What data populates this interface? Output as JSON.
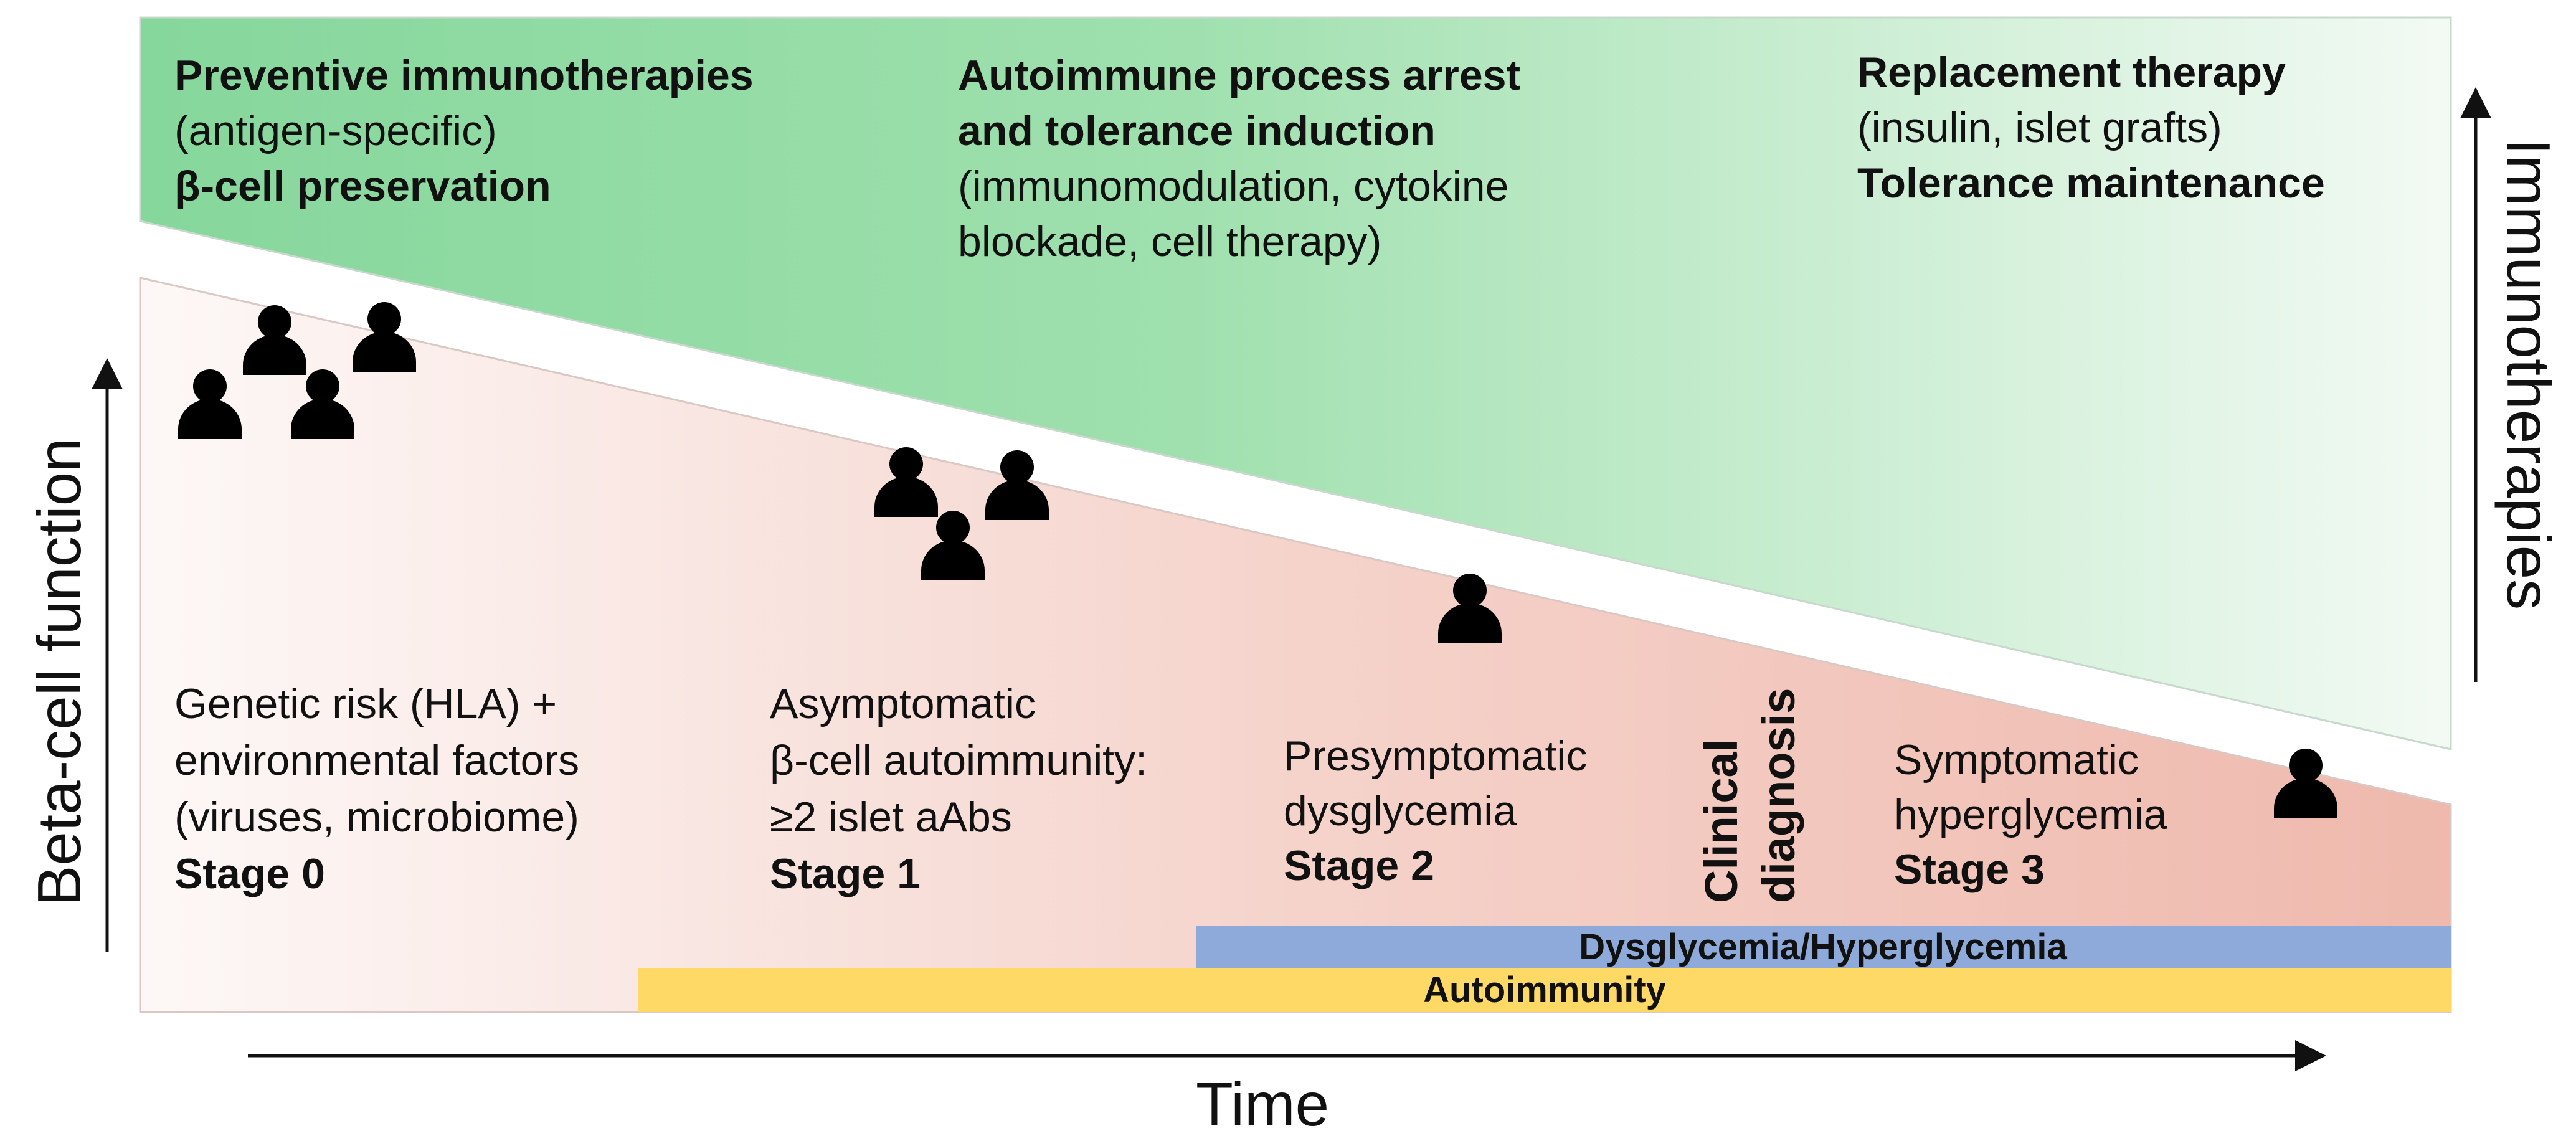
{
  "therapies": {
    "preventive": {
      "title": "Preventive immunotherapies",
      "detail": "(antigen-specific)",
      "subtitle": "β-cell preservation"
    },
    "arrest": {
      "title_line1": "Autoimmune process arrest",
      "title_line2": "and tolerance induction",
      "detail_line1": "(immunomodulation, cytokine",
      "detail_line2": "blockade, cell therapy)"
    },
    "replacement": {
      "title": "Replacement therapy",
      "detail": "(insulin, islet grafts)",
      "subtitle": "Tolerance maintenance"
    }
  },
  "stages": [
    {
      "line1": "Genetic risk (HLA) +",
      "line2": "environmental factors",
      "line3": "(viruses, microbiome)",
      "label": "Stage 0"
    },
    {
      "line1": "Asymptomatic",
      "line2": "β-cell autoimmunity:",
      "line3": "≥2 islet aAbs",
      "label": "Stage 1"
    },
    {
      "line1": "Presymptomatic",
      "line2": "dysglycemia",
      "label": "Stage 2"
    },
    {
      "line1": "Symptomatic",
      "line2": "hyperglycemia",
      "label": "Stage 3"
    }
  ],
  "clinical_diagnosis": {
    "line1": "Clinical",
    "line2": "diagnosis"
  },
  "bars": {
    "dysglycemia": "Dysglycemia/Hyperglycemia",
    "autoimmunity": "Autoimmunity"
  },
  "axes": {
    "x_label": "Time",
    "y_left_label": "Beta-cell function",
    "y_right_label": "Immunotherapies"
  },
  "colors": {
    "immuno_green": "#8bd9a0",
    "beta_pink": "#f2c0b5",
    "dysglycemia_blue": "#8eaadb",
    "autoimmunity_yellow": "#ffd966",
    "person_icon": "#000000"
  },
  "icons": {
    "person": "person-icon"
  }
}
